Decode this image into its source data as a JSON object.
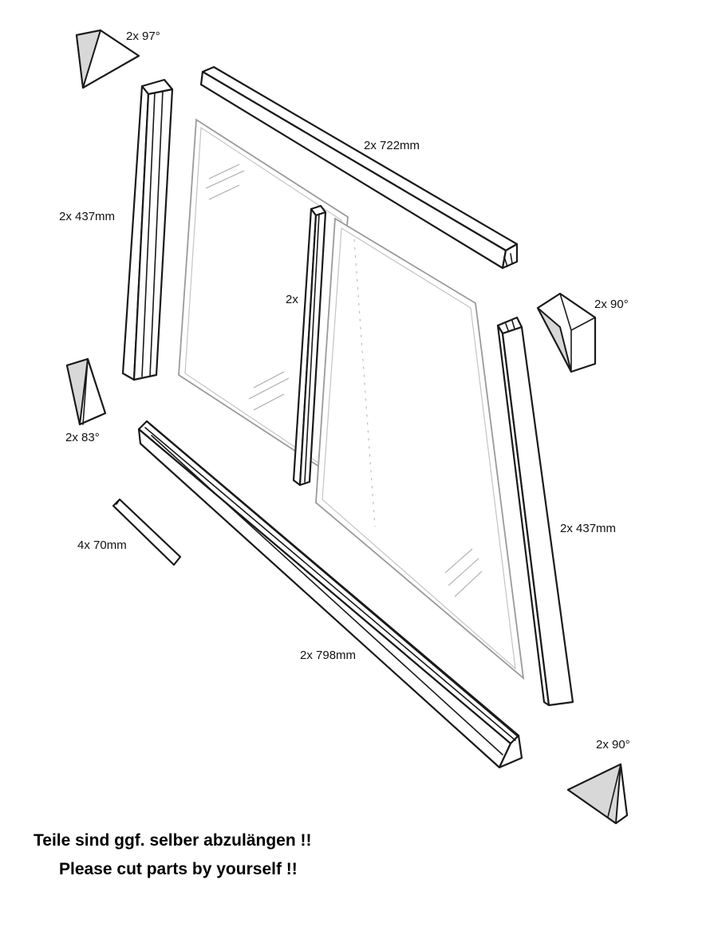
{
  "labels": {
    "corner_top_left": "2x 97°",
    "rail_top": "2x 722mm",
    "stile_left": "2x 437mm",
    "middle_stile": "2x",
    "corner_top_right": "2x 90°",
    "corner_left": "2x 83°",
    "pin": "4x 70mm",
    "stile_right": "2x 437mm",
    "rail_bottom": "2x 798mm",
    "corner_bottom_right": "2x 90°"
  },
  "notes": {
    "german": "Teile sind ggf. selber abzulängen !!",
    "english": "Please cut parts by yourself !!"
  }
}
